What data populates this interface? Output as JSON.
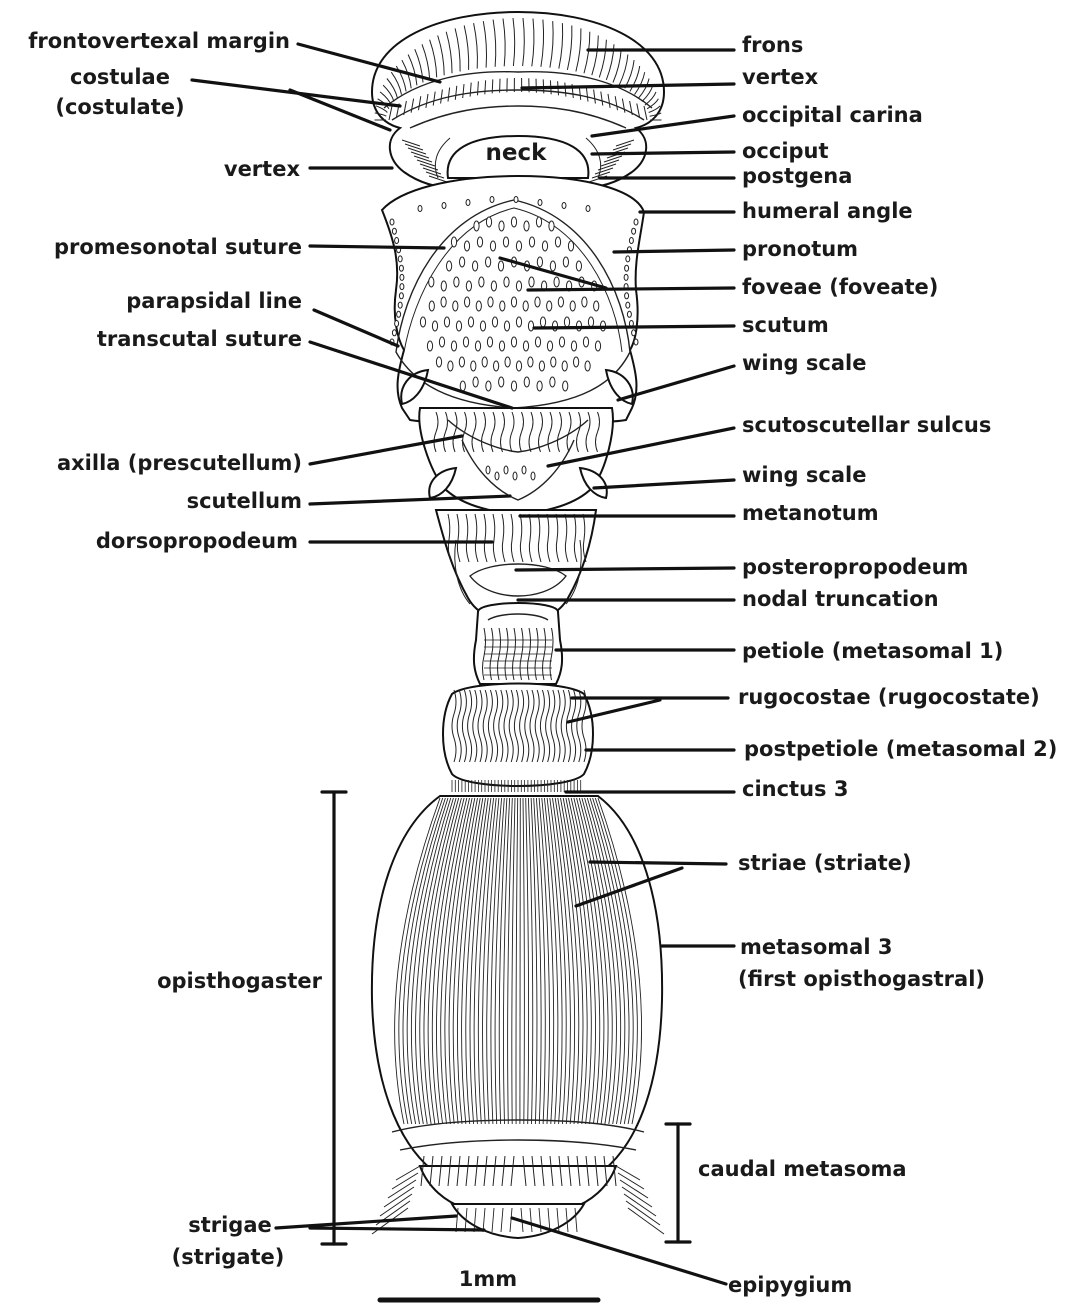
{
  "labels": {
    "frontovertexal_margin": "frontovertexal margin",
    "costulae_1": "costulae",
    "costulae_2": "(costulate)",
    "vertex_left": "vertex",
    "promesonotal_suture": "promesonotal suture",
    "parapsidal_line": "parapsidal line",
    "transcutal_suture": "transcutal suture",
    "axilla": "axilla (prescutellum)",
    "scutellum": "scutellum",
    "dorsopropodeum": "dorsopropodeum",
    "opisthogaster": "opisthogaster",
    "strigae_1": "strigae",
    "strigae_2": "(strigate)",
    "scale_bar": "1mm",
    "frons": "frons",
    "vertex_right": "vertex",
    "occipital_carina": "occipital carina",
    "occiput": "occiput",
    "postgena": "postgena",
    "humeral_angle": "humeral angle",
    "pronotum": "pronotum",
    "foveae": "foveae (foveate)",
    "scutum": "scutum",
    "wing_scale_1": "wing scale",
    "scutoscutellar_sulcus": "scutoscutellar sulcus",
    "wing_scale_2": "wing scale",
    "metanotum": "metanotum",
    "posteropropodeum": "posteropropodeum",
    "nodal_truncation": "nodal truncation",
    "petiole": "petiole (metasomal 1)",
    "rugocostae": "rugocostae (rugocostate)",
    "postpetiole": "postpetiole (metasomal 2)",
    "cinctus": "cinctus 3",
    "striae": "striae (striate)",
    "metasomal3_1": "metasomal 3",
    "metasomal3_2": "(first opisthogastral)",
    "caudal_metasoma": "caudal metasoma",
    "epipygium": "epipygium",
    "neck": "neck"
  }
}
